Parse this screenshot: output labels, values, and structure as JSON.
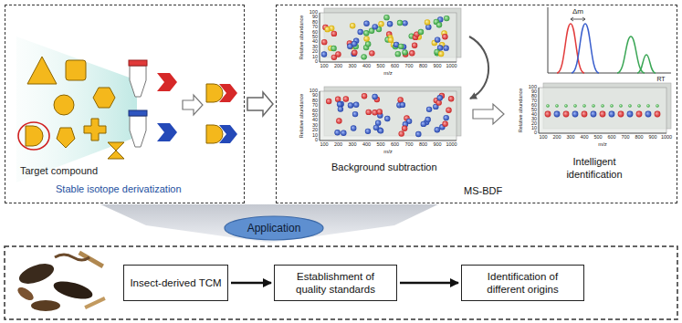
{
  "diagram": {
    "nodes": [
      {
        "text": [
          "Stable isotope derivatization"
        ]
      },
      {
        "text": [
          "Background subtraction",
          "MS-BDF",
          "Intelligent identification"
        ]
      },
      {
        "text": [
          "Application"
        ]
      },
      {
        "text": [
          "Insect-derived TCM"
        ]
      },
      {
        "text": [
          "Establishment of quality standards"
        ]
      },
      {
        "text": [
          "Identification of different origins"
        ]
      }
    ],
    "edges": [
      {
        "from": 0,
        "to": 1,
        "arrow": "to"
      },
      {
        "from": 3,
        "to": 4,
        "arrow": "to"
      },
      {
        "from": 4,
        "to": 5,
        "arrow": "to"
      }
    ],
    "labels": [
      "Target compound",
      "Relative abundance",
      "100",
      "90",
      "80",
      "70",
      "60",
      "50",
      "40",
      "30",
      "20",
      "10",
      "0",
      "100",
      "200",
      "300",
      "400",
      "500",
      "600",
      "700",
      "800",
      "900",
      "1000",
      "m/z",
      "Relative abundance",
      "100",
      "90",
      "80",
      "70",
      "60",
      "50",
      "40",
      "30",
      "20",
      "10",
      "0",
      "100",
      "200",
      "300",
      "400",
      "500",
      "600",
      "700",
      "800",
      "900",
      "1000",
      "m/z",
      "Relative abundance",
      "100",
      "90",
      "80",
      "70",
      "60",
      "50",
      "40",
      "30",
      "20",
      "10",
      "0",
      "100",
      "200",
      "300",
      "400",
      "500",
      "600",
      "700",
      "800",
      "900",
      "1000",
      "m/z",
      "Δm",
      "RT"
    ]
  }
}
